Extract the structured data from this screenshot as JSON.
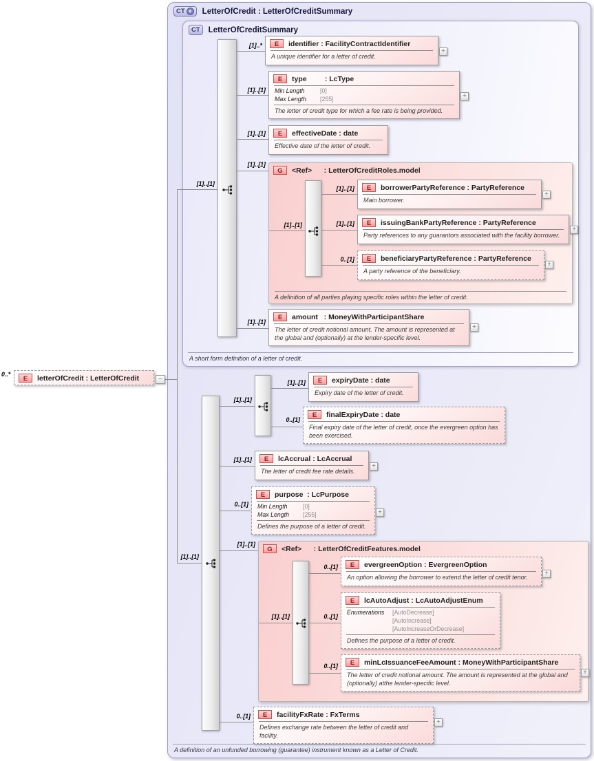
{
  "badges": {
    "ct": "CT",
    "e": "E",
    "g": "G",
    "ct_plus": "+"
  },
  "icons": {
    "expand": "+",
    "collapse": "−"
  },
  "root": {
    "card": "0..*",
    "title": "letterOfCredit : LetterOfCredit"
  },
  "outer_ct": {
    "title": "LetterOfCredit : LetterOfCreditSummary",
    "doc": "A definition of an unfunded borrowing (guarantee) instrument known as a Letter of Credit."
  },
  "inner_ct": {
    "title": "LetterOfCreditSummary",
    "doc": "A short form definition of a letter of credit."
  },
  "cards": {
    "summary_seq": "[1]..[1]",
    "identifier": "[1]..*",
    "type": "[1]..[1]",
    "effectiveDate": "[1]..[1]",
    "roles_group": "[1]..[1]",
    "roles_seq": "[1]..[1]",
    "borrower": "[1]..[1]",
    "issuingBank": "[1]..[1]",
    "beneficiary": "0..[1]",
    "amount": "[1]..[1]",
    "main_seq": "[1]..[1]",
    "expiry_seq": "[1]..[1]",
    "expiryDate": "[1]..[1]",
    "finalExpiryDate": "0..[1]",
    "lcAccrual": "[1]..[1]",
    "purpose": "0..[1]",
    "features_group": "[1]..[1]",
    "features_seq": "[1]..[1]",
    "evergreenOption": "0..[1]",
    "lcAutoAdjust": "0..[1]",
    "minLcIssuanceFeeAmount": "0..[1]",
    "facilityFxRate": "0..[1]"
  },
  "groups": {
    "roles": {
      "title": "<Ref>      : LetterOfCreditRoles.model",
      "doc": "A definition of all parties playing specific roles within the letter of credit."
    },
    "features": {
      "title": "<Ref>      : LetterOfCreditFeatures.model"
    }
  },
  "elements": {
    "identifier": {
      "title": "identifier : FacilityContractIdentifier",
      "doc": "A unique identifier for a letter of credit."
    },
    "type": {
      "title": "type         : LcType",
      "doc": "The letter of credit type for which a fee rate is being provided.",
      "facets": {
        "min_label": "Min Length",
        "min_value": "[0]",
        "max_label": "Max Length",
        "max_value": "[255]"
      }
    },
    "effectiveDate": {
      "title": "effectiveDate : date",
      "doc": "Effective date of the letter of credit."
    },
    "borrowerPartyReference": {
      "title": "borrowerPartyReference : PartyReference",
      "doc": "Main borrower."
    },
    "issuingBankPartyReference": {
      "title": "issuingBankPartyReference : PartyReference",
      "doc": "Party references to any guarantors associated with the facility borrower."
    },
    "beneficiaryPartyReference": {
      "title": "beneficiaryPartyReference : PartyReference",
      "doc": "A party reference of the beneficiary."
    },
    "amount": {
      "title": "amount   : MoneyWithParticipantShare",
      "doc": "The letter of credit notional amount. The amount is represented at the global and (optionally) at the lender-specific level."
    },
    "expiryDate": {
      "title": "expiryDate : date",
      "doc": "Expiry date of the letter of credit."
    },
    "finalExpiryDate": {
      "title": "finalExpiryDate : date",
      "doc": "Final expiry date of the letter of credit, once the evergreen option has been exercised."
    },
    "lcAccrual": {
      "title": "lcAccrual : LcAccrual",
      "doc": "The letter of credit fee rate details."
    },
    "purpose": {
      "title": "purpose  : LcPurpose",
      "doc": "Defines the purpose of a letter of credit.",
      "facets": {
        "min_label": "Min Length",
        "min_value": "[0]",
        "max_label": "Max Length",
        "max_value": "[255]"
      }
    },
    "evergreenOption": {
      "title": "evergreenOption : EvergreenOption",
      "doc": "An option allowing the borrower to extend the letter of credit tenor."
    },
    "lcAutoAdjust": {
      "title": "lcAutoAdjust : LcAutoAdjustEnum",
      "doc": "Defines the purpose of a letter of credit.",
      "facets": {
        "label": "Enumerations",
        "values": [
          "[AutoDecrease]",
          "[AutoIncrease]",
          "[AutoIncreaseOrDecrease]"
        ]
      }
    },
    "minLcIssuanceFeeAmount": {
      "title": "minLcIssuanceFeeAmount : MoneyWithParticipantShare",
      "doc": "The letter of credit notional amount. The amount is represented at the global and (optionally) atthe lender-specific level."
    },
    "facilityFxRate": {
      "title": "facilityFxRate : FxTerms",
      "doc": "Defines exchange rate between the letter of credit and facility."
    }
  }
}
